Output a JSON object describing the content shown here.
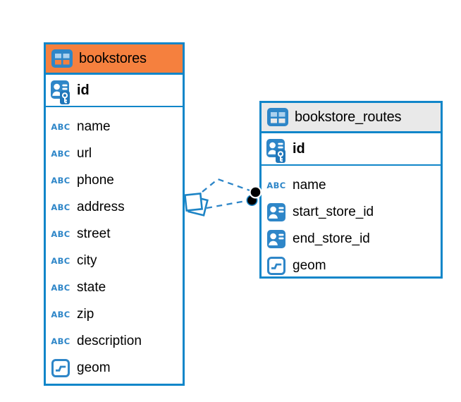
{
  "diagram": {
    "colors": {
      "table_border": "#1186C9",
      "icon_blue": "#2E86C8",
      "bookstores_header": "#F5803E",
      "routes_header": "#E9E9E9",
      "relationship_line": "#2E86C8",
      "endpoint_dot": "#000000"
    },
    "abc_label": "ABC",
    "tables": [
      {
        "name": "bookstores",
        "columns": [
          {
            "name": "id",
            "type_icon": "person-key-icon"
          },
          {
            "name": "name",
            "type_icon": "abc-text-icon"
          },
          {
            "name": "url",
            "type_icon": "abc-text-icon"
          },
          {
            "name": "phone",
            "type_icon": "abc-text-icon"
          },
          {
            "name": "address",
            "type_icon": "abc-text-icon"
          },
          {
            "name": "street",
            "type_icon": "abc-text-icon"
          },
          {
            "name": "city",
            "type_icon": "abc-text-icon"
          },
          {
            "name": "state",
            "type_icon": "abc-text-icon"
          },
          {
            "name": "zip",
            "type_icon": "abc-text-icon"
          },
          {
            "name": "description",
            "type_icon": "abc-text-icon"
          },
          {
            "name": "geom",
            "type_icon": "geometry-icon"
          }
        ]
      },
      {
        "name": "bookstore_routes",
        "columns": [
          {
            "name": "id",
            "type_icon": "person-key-icon"
          },
          {
            "name": "name",
            "type_icon": "abc-text-icon"
          },
          {
            "name": "start_store_id",
            "type_icon": "person-ref-icon"
          },
          {
            "name": "end_store_id",
            "type_icon": "person-ref-icon"
          },
          {
            "name": "geom",
            "type_icon": "geometry-icon"
          }
        ]
      }
    ]
  }
}
